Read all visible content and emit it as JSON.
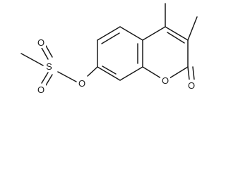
{
  "structure": {
    "atoms": [
      {
        "label": "S"
      },
      {
        "label": "O"
      },
      {
        "label": "O"
      },
      {
        "label": "O"
      },
      {
        "label": "O"
      },
      {
        "label": "O"
      }
    ]
  }
}
